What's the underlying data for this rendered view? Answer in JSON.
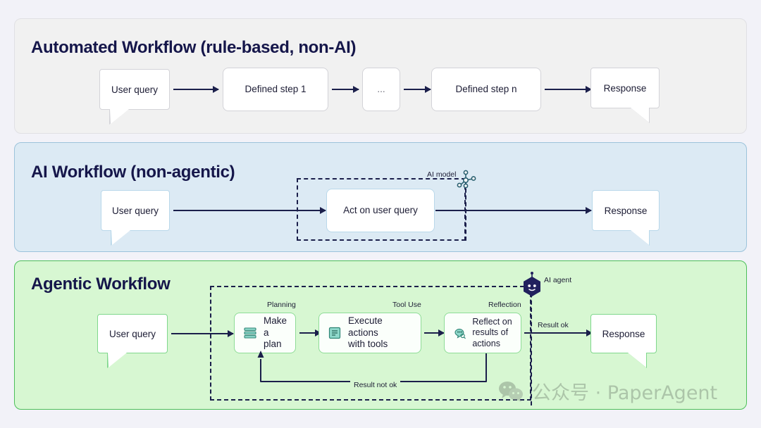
{
  "background_color": "#f2f2f8",
  "panels": [
    {
      "id": "automated",
      "title": "Automated Workflow (rule-based, non-AI)",
      "bg": "#f1f1f1",
      "border": "#e0e0e4",
      "start_bubble": "User query",
      "end_bubble": "Response",
      "steps": [
        "Defined step 1",
        "...",
        "Defined step n"
      ]
    },
    {
      "id": "ai-workflow",
      "title": "AI Workflow (non-agentic)",
      "bg": "#dceaf4",
      "border": "#9cc3db",
      "start_bubble": "User query",
      "end_bubble": "Response",
      "steps": [
        "Act on user query"
      ],
      "boundary_label": "AI model",
      "boundary_icon": "ai-model-node-graph-icon"
    },
    {
      "id": "agentic",
      "title": "Agentic Workflow",
      "bg": "#d7f7d2",
      "border": "#4cbf5a",
      "start_bubble": "User query",
      "end_bubble": "Response",
      "boundary_label": "AI agent",
      "boundary_icon": "ai-agent-hexagon-robot-icon",
      "steps": [
        {
          "caption": "Planning",
          "label": "Make a\nplan",
          "icon": "layers-stack-icon"
        },
        {
          "caption": "Tool Use",
          "label": "Execute actions\nwith tools",
          "icon": "document-lines-icon"
        },
        {
          "caption": "Reflection",
          "label": "Reflect on\nresults of\nactions",
          "icon": "speech-bubble-dots-icon"
        }
      ],
      "edge_labels": {
        "ok": "Result ok",
        "not_ok": "Result not ok"
      }
    }
  ],
  "watermark": {
    "icon": "wechat-logo-icon",
    "text": "公众号 · PaperAgent"
  },
  "colors": {
    "ink": "#1b1f4b",
    "title": "#15164a",
    "teal_icon": "#6ecfc0",
    "agent_navy": "#21215e"
  }
}
